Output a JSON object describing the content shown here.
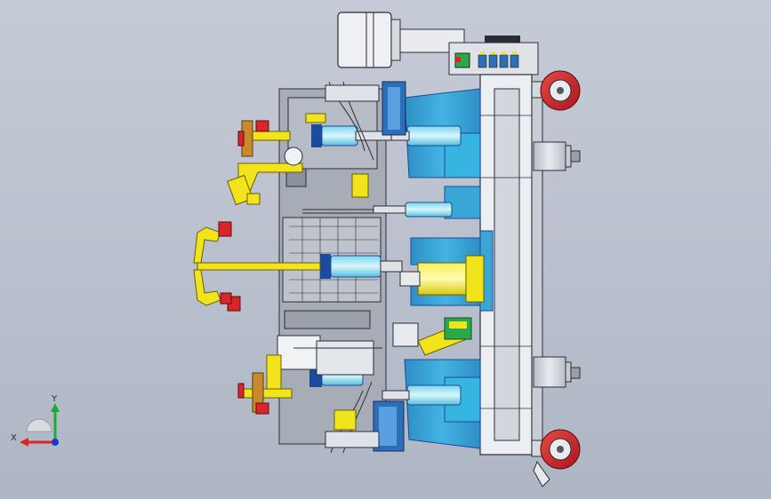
{
  "view": {
    "background": "#bfc5d0",
    "triad": {
      "x_label": "X",
      "y_label": "Y",
      "x_color": "#e0222a",
      "y_color": "#21a83a",
      "z_color": "#1d37c9"
    }
  },
  "palette": {
    "steel_blue": "#3aa6d6",
    "cyan": "#39c9e6",
    "dark_blue": "#1c4a9c",
    "yellow": "#f2e41c",
    "red": "#d8262a",
    "grey": "#9ba2ad",
    "light_grey": "#d9dde2",
    "white": "#f1f2f4",
    "dark_line": "#2a2d35"
  },
  "components": [
    "motor-unit",
    "control-panel",
    "base-frame",
    "caster-wheel-top",
    "caster-wheel-bottom",
    "leveling-foot-top",
    "leveling-foot-bottom",
    "clamp-cylinder-yellow",
    "gripper-arm-center",
    "gripper-arm-upper"
  ]
}
